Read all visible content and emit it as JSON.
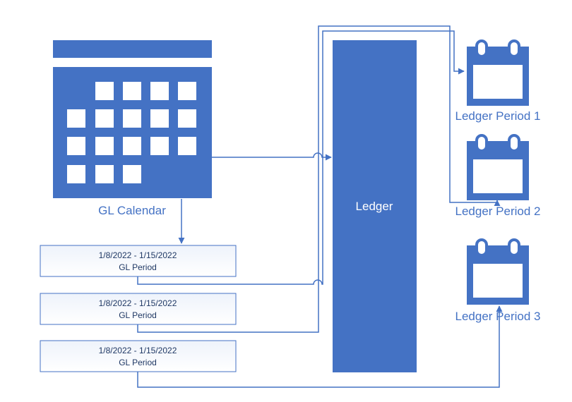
{
  "calendar": {
    "label": "GL Calendar",
    "icon": "calendar-icon",
    "color": "#4472C4"
  },
  "periods": [
    {
      "dates": "1/8/2022 - 1/15/2022",
      "label": "GL Period"
    },
    {
      "dates": "1/8/2022 - 1/15/2022",
      "label": "GL Period"
    },
    {
      "dates": "1/8/2022 - 1/15/2022",
      "label": "GL Period"
    }
  ],
  "ledger": {
    "label": "Ledger",
    "color": "#4472C4"
  },
  "ledger_periods": [
    {
      "label": "Ledger Period 1",
      "icon": "calendar-icon"
    },
    {
      "label": "Ledger Period 2",
      "icon": "calendar-icon"
    },
    {
      "label": "Ledger Period 3",
      "icon": "calendar-icon"
    }
  ],
  "colors": {
    "primary": "#4472C4",
    "period_box_border": "#4472C4",
    "connector": "#4472C4"
  }
}
